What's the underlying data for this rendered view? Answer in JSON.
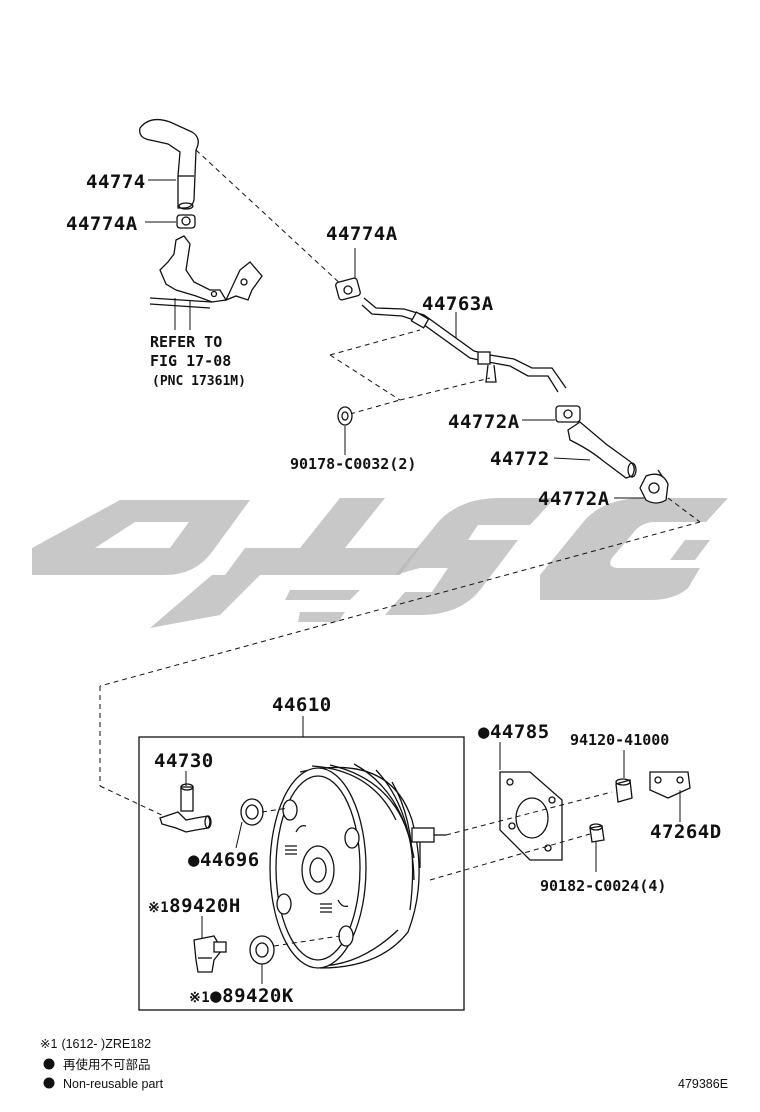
{
  "labels": {
    "p44774": "44774",
    "p44774A_left": "44774A",
    "p44774A_top": "44774A",
    "p44763A": "44763A",
    "refer_line1": "REFER TO",
    "refer_line2": "FIG 17-08",
    "refer_line3": "(PNC 17361M)",
    "p44772A_upper": "44772A",
    "p44772": "44772",
    "p44772A_lower": "44772A",
    "p90178": "90178-C0032(2)",
    "p44610": "44610",
    "p44785": "44785",
    "p94120": "94120-41000",
    "p44730": "44730",
    "p44696": "44696",
    "p47264D": "47264D",
    "p90182": "90182-C0024(4)",
    "p89420H": "89420H",
    "p89420K": "89420K"
  },
  "marks": {
    "note_mark": "※1",
    "nonreusable_dot": "●"
  },
  "legend": {
    "note1_mark": "※1",
    "note1_text": "(1612-     )ZRE182",
    "jp_text": "再使用不可部品",
    "en_text": "Non-reusable part"
  },
  "diagram_id": "479386E",
  "watermark": {
    "color": "#b8b8b8"
  }
}
